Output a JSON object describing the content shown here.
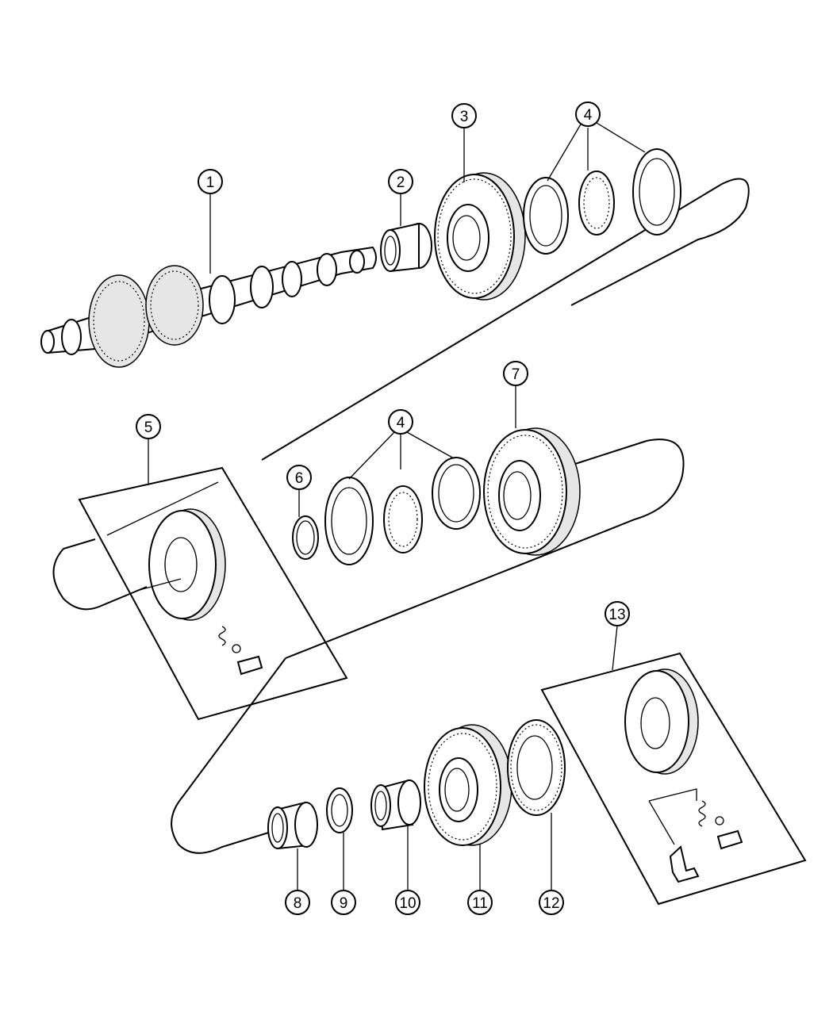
{
  "diagram": {
    "callouts": [
      {
        "id": "c1",
        "label": "1"
      },
      {
        "id": "c2",
        "label": "2"
      },
      {
        "id": "c3",
        "label": "3"
      },
      {
        "id": "c4a",
        "label": "4"
      },
      {
        "id": "c4b",
        "label": "4"
      },
      {
        "id": "c5",
        "label": "5"
      },
      {
        "id": "c6",
        "label": "6"
      },
      {
        "id": "c7",
        "label": "7"
      },
      {
        "id": "c8",
        "label": "8"
      },
      {
        "id": "c9",
        "label": "9"
      },
      {
        "id": "c10",
        "label": "10"
      },
      {
        "id": "c11",
        "label": "11"
      },
      {
        "id": "c12",
        "label": "12"
      },
      {
        "id": "c13",
        "label": "13"
      }
    ]
  }
}
